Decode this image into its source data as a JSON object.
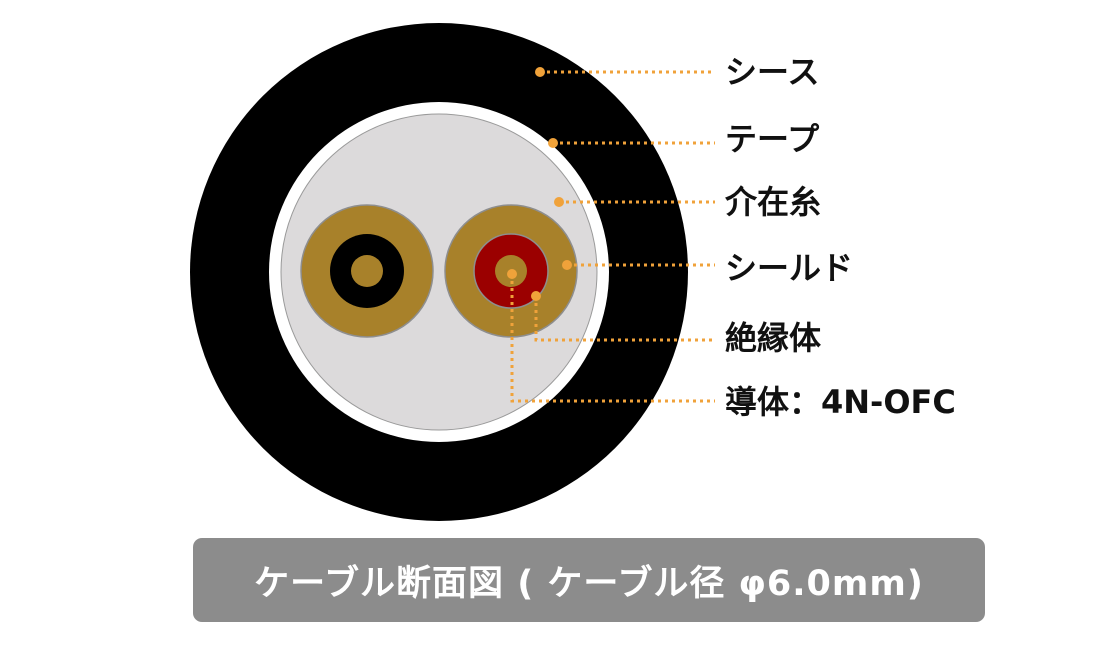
{
  "labels": {
    "sheath": "シース",
    "tape": "テープ",
    "filler": "介在糸",
    "shield": "シールド",
    "insulator": "絶縁体",
    "conductor": "導体：4N-OFC"
  },
  "caption": "ケーブル断面図 ( ケーブル径 φ6.0mm)",
  "colors": {
    "sheath": "#000000",
    "tape": "#ffffff",
    "filler": "#dcdadb",
    "shield": "#a8812a",
    "conductor": "#a8812a",
    "insulator_left": "#000000",
    "insulator_right": "#9b0000",
    "leader": "#f0a23a",
    "caption_bg": "#8c8c8c"
  }
}
